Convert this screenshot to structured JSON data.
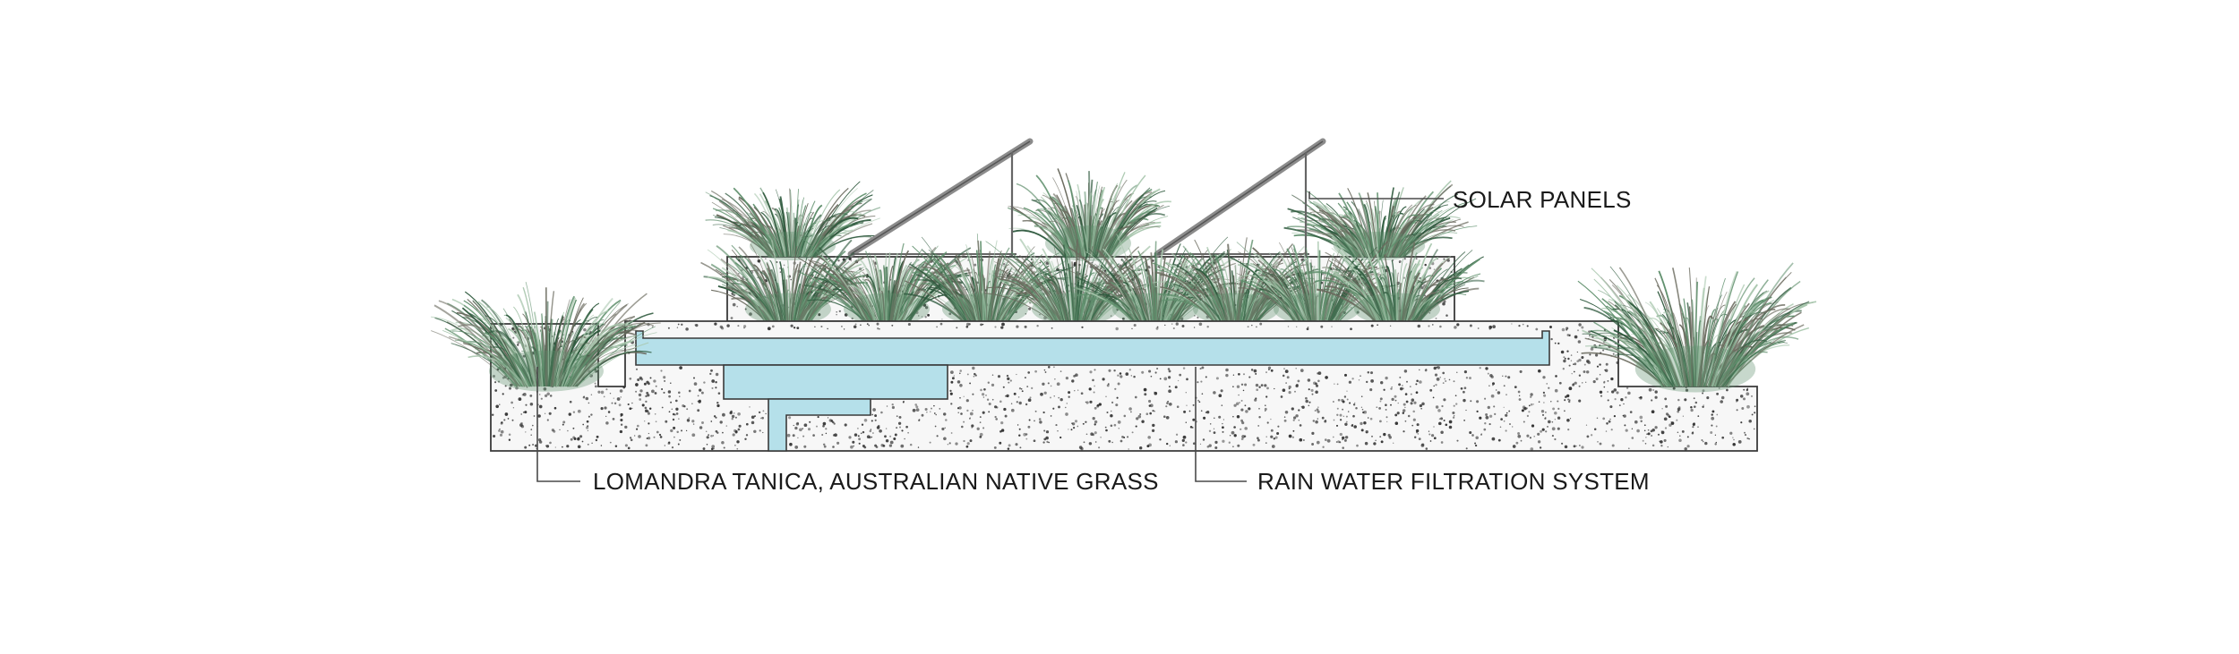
{
  "diagram": {
    "labels": {
      "solar_panels": "SOLAR PANELS",
      "grass": "LOMANDRA TANICA, AUSTRALIAN NATIVE GRASS",
      "filtration": "RAIN WATER FILTRATION SYSTEM"
    },
    "colors": {
      "concrete": "#f7f7f7",
      "speckle": "#2b2b2b",
      "water": "#b5e0ea",
      "grass_dark": "#2f5a3e",
      "grass_mid": "#5f8f6c",
      "grass_light": "#a9c7ae",
      "grass_dry": "#6b6b5f",
      "panel": "#8c8c8c",
      "outline": "#3a3a3a"
    },
    "icons": {
      "planting": "grass-clump-icon",
      "energy": "solar-panel-icon"
    }
  }
}
